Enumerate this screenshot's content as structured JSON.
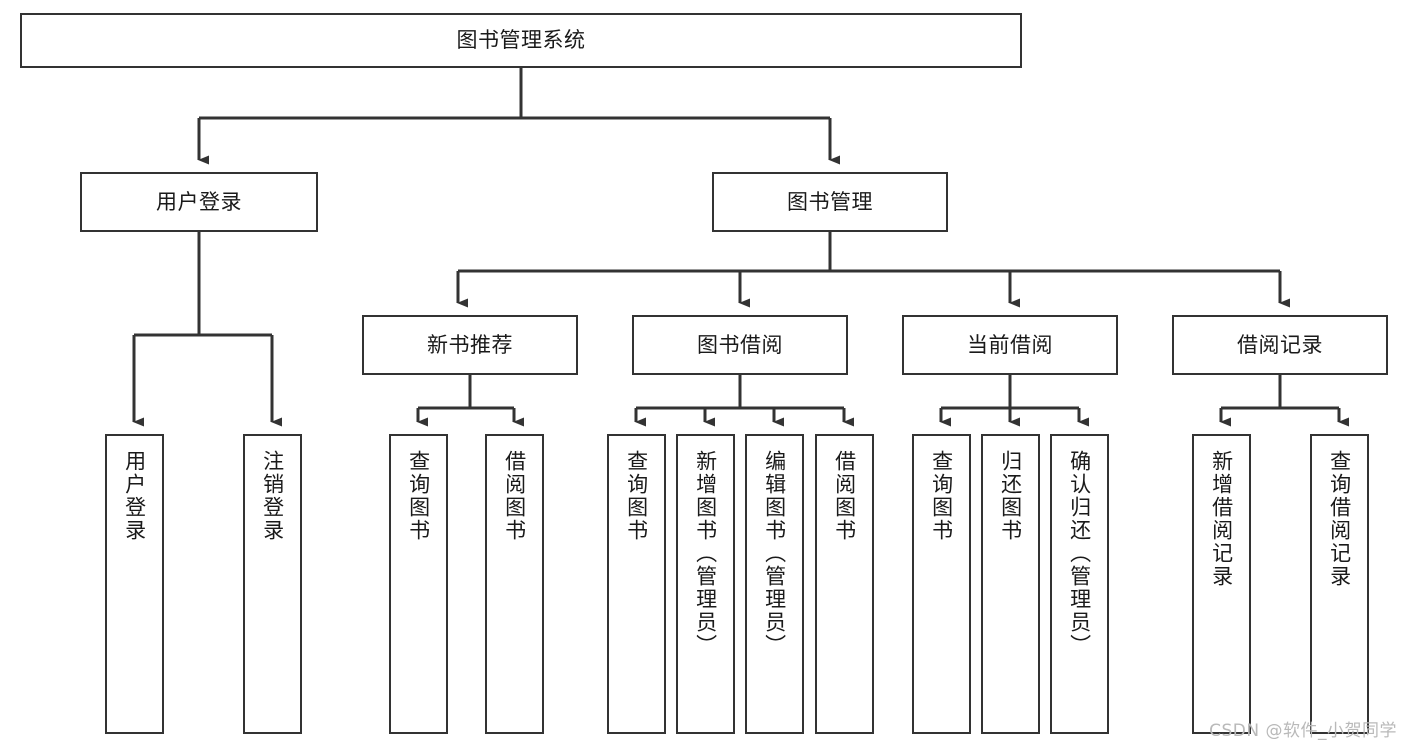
{
  "diagram": {
    "title": "图书管理系统",
    "watermark": "CSDN @软件_小贺同学",
    "theme": {
      "background": "#ffffff",
      "box_border": "#333333",
      "box_fill": "#ffffff",
      "text": "#1a1a1a",
      "edge": "#333333",
      "watermark": "#b9b9b9"
    },
    "nodes": {
      "root": {
        "label": "图书管理系统",
        "orientation": "horizontal"
      },
      "user_login": {
        "label": "用户登录",
        "orientation": "horizontal"
      },
      "book_manage": {
        "label": "图书管理",
        "orientation": "horizontal"
      },
      "new_book_rec": {
        "label": "新书推荐",
        "orientation": "horizontal"
      },
      "book_borrow": {
        "label": "图书借阅",
        "orientation": "horizontal"
      },
      "current_borrow": {
        "label": "当前借阅",
        "orientation": "horizontal"
      },
      "borrow_record": {
        "label": "借阅记录",
        "orientation": "horizontal"
      },
      "leaf_user_login": {
        "label": "用户登录",
        "orientation": "vertical"
      },
      "leaf_user_logout": {
        "label": "注销登录",
        "orientation": "vertical"
      },
      "leaf_rec_query": {
        "label": "查询图书",
        "orientation": "vertical"
      },
      "leaf_rec_borrow": {
        "label": "借阅图书",
        "orientation": "vertical"
      },
      "leaf_borrow_query": {
        "label": "查询图书",
        "orientation": "vertical"
      },
      "leaf_borrow_add": {
        "label": "新增图书（管理员）",
        "orientation": "vertical"
      },
      "leaf_borrow_edit": {
        "label": "编辑图书（管理员）",
        "orientation": "vertical"
      },
      "leaf_borrow_lend": {
        "label": "借阅图书",
        "orientation": "vertical"
      },
      "leaf_cur_query": {
        "label": "查询图书",
        "orientation": "vertical"
      },
      "leaf_cur_return": {
        "label": "归还图书",
        "orientation": "vertical"
      },
      "leaf_cur_confirm": {
        "label": "确认归还（管理员）",
        "orientation": "vertical"
      },
      "leaf_rec_add": {
        "label": "新增借阅记录",
        "orientation": "vertical"
      },
      "leaf_rec_search": {
        "label": "查询借阅记录",
        "orientation": "vertical"
      }
    },
    "tree": [
      {
        "label": "图书管理系统",
        "children": [
          {
            "label": "用户登录",
            "children": [
              {
                "label": "用户登录"
              },
              {
                "label": "注销登录"
              }
            ]
          },
          {
            "label": "图书管理",
            "children": [
              {
                "label": "新书推荐",
                "children": [
                  {
                    "label": "查询图书"
                  },
                  {
                    "label": "借阅图书"
                  }
                ]
              },
              {
                "label": "图书借阅",
                "children": [
                  {
                    "label": "查询图书"
                  },
                  {
                    "label": "新增图书（管理员）"
                  },
                  {
                    "label": "编辑图书（管理员）"
                  },
                  {
                    "label": "借阅图书"
                  }
                ]
              },
              {
                "label": "当前借阅",
                "children": [
                  {
                    "label": "查询图书"
                  },
                  {
                    "label": "归还图书"
                  },
                  {
                    "label": "确认归还（管理员）"
                  }
                ]
              },
              {
                "label": "借阅记录",
                "children": [
                  {
                    "label": "新增借阅记录"
                  },
                  {
                    "label": "查询借阅记录"
                  }
                ]
              }
            ]
          }
        ]
      }
    ]
  }
}
